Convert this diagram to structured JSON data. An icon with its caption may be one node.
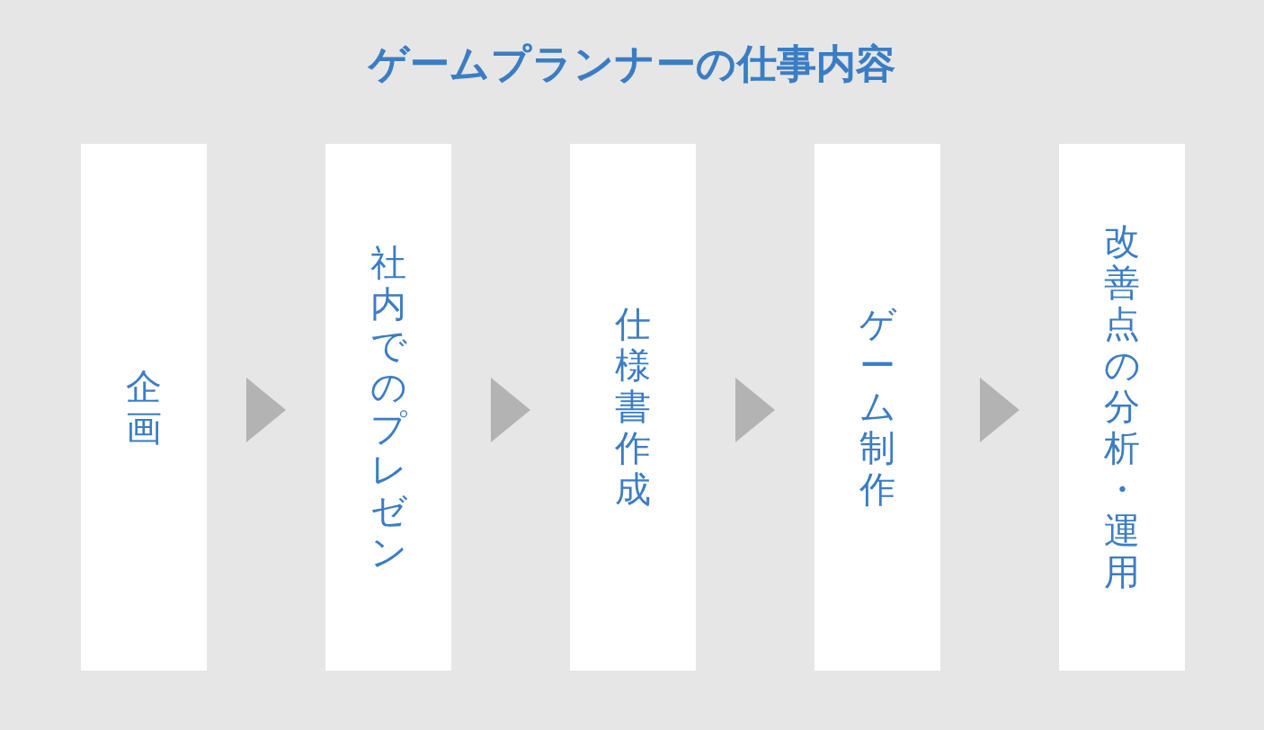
{
  "diagram": {
    "title": "ゲームプランナーの仕事内容",
    "nodes": [
      {
        "text": [
          "企画"
        ]
      },
      {
        "text": [
          "社内でのプレゼン"
        ]
      },
      {
        "text": [
          "仕様書作成"
        ]
      },
      {
        "text": [
          "ゲーム制作"
        ]
      },
      {
        "text": [
          "改善点の分析・運用"
        ]
      }
    ],
    "edges": [
      {
        "from": 0,
        "to": 1,
        "arrow": "to"
      },
      {
        "from": 1,
        "to": 2,
        "arrow": "to"
      },
      {
        "from": 2,
        "to": 3,
        "arrow": "to"
      },
      {
        "from": 3,
        "to": 4,
        "arrow": "to"
      }
    ]
  }
}
